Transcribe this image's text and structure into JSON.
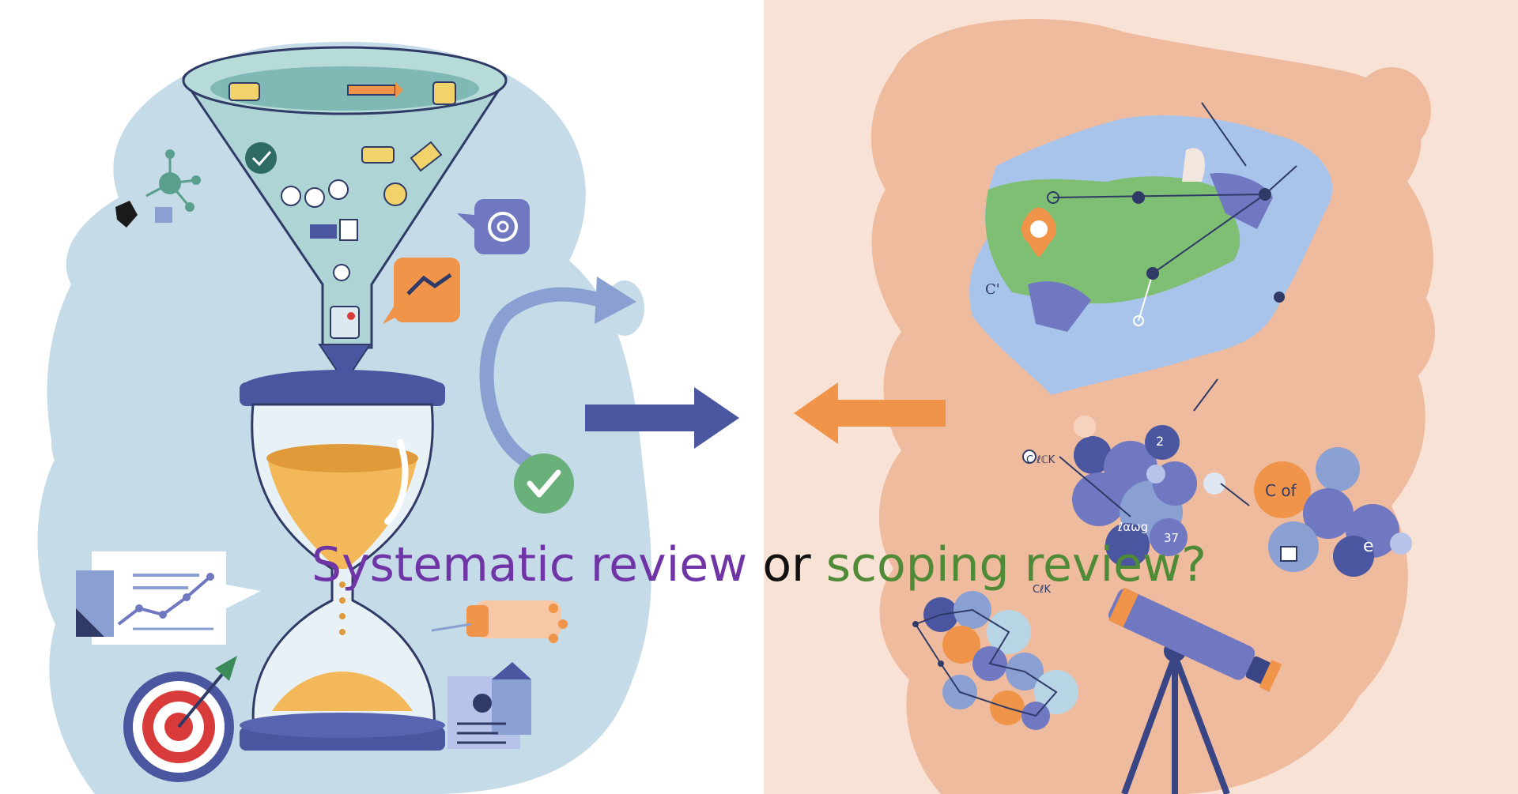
{
  "headline": {
    "part_systematic": "Systematic review",
    "part_or": " or ",
    "part_scoping": "scoping review?"
  },
  "colors": {
    "systematic_text": "#6f34a6",
    "or_text": "#111111",
    "scoping_text": "#4f8a37",
    "left_blob": "#c5dbe7",
    "right_blob": "#efbb9e",
    "right_background": "#f8e2d6",
    "navy": "#4a56a0",
    "sand": "#f2b85a",
    "orange_arrow": "#f0944a",
    "map_green": "#7fbf74",
    "map_blue": "#a9c4ea",
    "bubble_purple": "#6f78c0",
    "check_green": "#6ab07a",
    "target_red": "#d93a3a"
  },
  "illustration_icons": [
    "funnel-icon",
    "hourglass-icon",
    "curved-arrow-icon",
    "check-icon",
    "right-arrow-icon",
    "left-arrow-icon",
    "map-icon",
    "location-pin-icon",
    "bubble-cluster-icon",
    "telescope-icon",
    "target-icon",
    "line-chart-icon",
    "document-icon",
    "chat-bubble-icon",
    "network-node-icon"
  ],
  "map_labels": {
    "corner": "C'"
  },
  "bubble_labels": {
    "c_label": "C ℓℂK",
    "number_2": "2",
    "bubble_text": "ℓαωg",
    "number_37": "37",
    "orange_bubble": "C of",
    "e_bubble": "e",
    "small_c": "CℓK"
  }
}
